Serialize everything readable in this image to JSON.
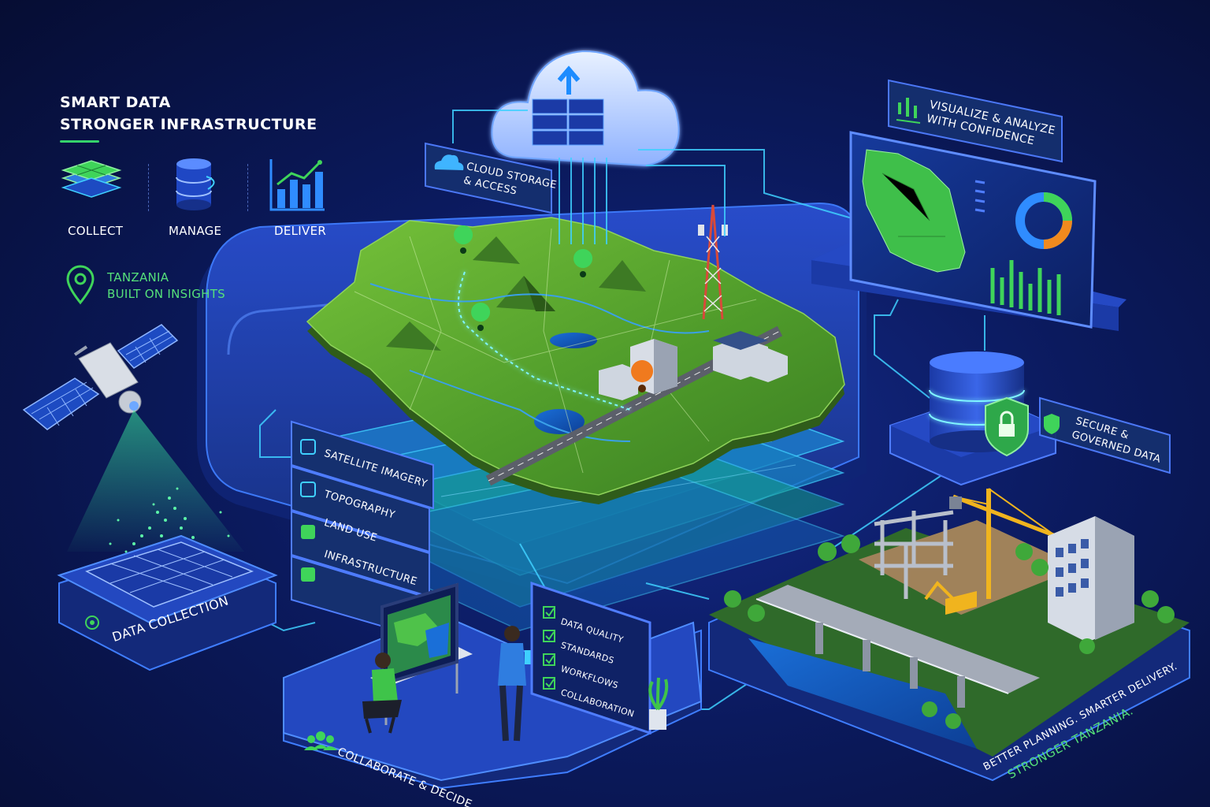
{
  "header": {
    "title_line1": "SMART DATA",
    "title_line2": "STRONGER INFRASTRUCTURE"
  },
  "steps": [
    {
      "label": "COLLECT",
      "icon": "layers-icon"
    },
    {
      "label": "MANAGE",
      "icon": "database-icon"
    },
    {
      "label": "DELIVER",
      "icon": "bar-chart-icon"
    }
  ],
  "location": {
    "line1": "TANZANIA",
    "line2": "BUILT ON INSIGHTS",
    "icon": "map-pin-icon"
  },
  "cloud": {
    "line1": "CLOUD STORAGE",
    "line2": "& ACCESS",
    "icon": "cloud-icon"
  },
  "visualize": {
    "line1": "VISUALIZE & ANALYZE",
    "line2": "WITH CONFIDENCE",
    "icon": "bar-chart-icon"
  },
  "secure": {
    "line1": "SECURE &",
    "line2": "GOVERNED DATA",
    "icon": "shield-icon"
  },
  "layers": [
    "SATELLITE IMAGERY",
    "TOPOGRAPHY",
    "LAND USE",
    "INFRASTRUCTURE"
  ],
  "data_collection": {
    "label": "DATA COLLECTION",
    "icon": "drone-icon"
  },
  "checklist": [
    "DATA QUALITY",
    "STANDARDS",
    "WORKFLOWS",
    "COLLABORATION"
  ],
  "collaborate": {
    "label": "COLLABORATE & DECIDE",
    "icon": "users-icon"
  },
  "slogan": {
    "line1": "BETTER PLANNING. SMARTER DELIVERY.",
    "line2": "STRONGER TANZANIA."
  },
  "colors": {
    "background": "#07103a",
    "panel": "#1a3aa8",
    "accent_green": "#35d36b",
    "glow_cyan": "#3fd0ff",
    "pin_orange": "#f07a1e",
    "terrain_green": "#5ca62e"
  }
}
